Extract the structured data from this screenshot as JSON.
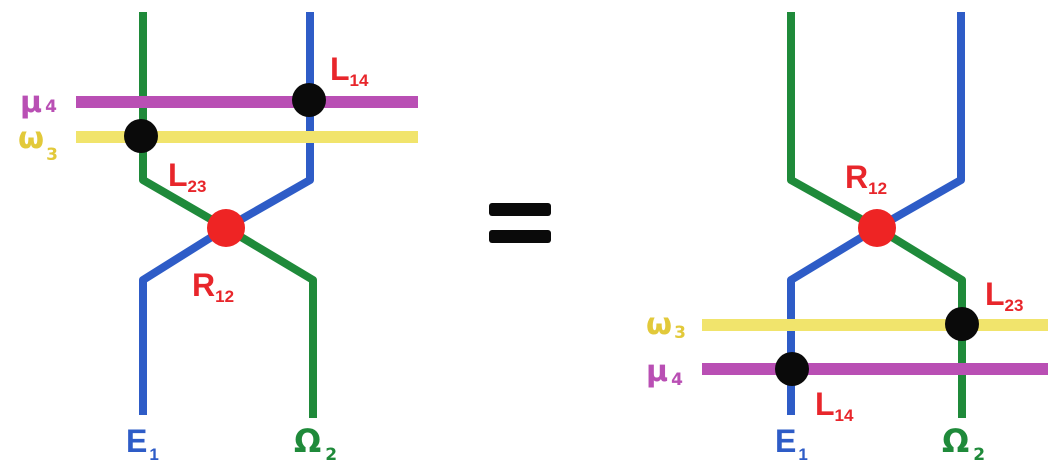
{
  "colors": {
    "green": "#1f8a3a",
    "blue": "#2e5cc7",
    "magenta": "#b94fb4",
    "yellow": "#f1e46c",
    "red": "#ee2424",
    "black": "#0a0a0a",
    "label_red": "#e8262b",
    "label_blue": "#2e5cc7",
    "label_green": "#1f8a3a",
    "label_magenta": "#b94fb4",
    "label_yellow": "#e2c93a"
  },
  "equals_sign": "=",
  "left": {
    "mu": {
      "symbol": "μ",
      "sub": "4"
    },
    "omega": {
      "symbol": "ω",
      "sub": "3"
    },
    "L14": {
      "symbol": "L",
      "sub": "14"
    },
    "L23": {
      "symbol": "L",
      "sub": "23"
    },
    "R12": {
      "symbol": "R",
      "sub": "12"
    },
    "E1": {
      "symbol": "E",
      "sub": "1"
    },
    "Omega2": {
      "symbol": "Ω",
      "sub": "2"
    }
  },
  "right": {
    "mu": {
      "symbol": "μ",
      "sub": "4"
    },
    "omega": {
      "symbol": "ω",
      "sub": "3"
    },
    "L14": {
      "symbol": "L",
      "sub": "14"
    },
    "L23": {
      "symbol": "L",
      "sub": "23"
    },
    "R12": {
      "symbol": "R",
      "sub": "12"
    },
    "E1": {
      "symbol": "E",
      "sub": "1"
    },
    "Omega2": {
      "symbol": "Ω",
      "sub": "2"
    }
  }
}
